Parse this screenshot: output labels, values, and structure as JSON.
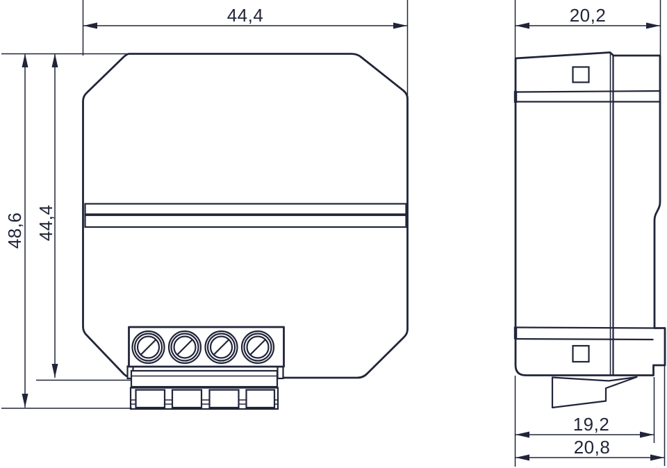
{
  "colors": {
    "line": "#202539",
    "background": "#ffffff"
  },
  "front_view": {
    "width": "44,4",
    "height_total": "48,6",
    "height_body": "44,4"
  },
  "side_view": {
    "depth_top": "20,2",
    "depth_body": "19,2",
    "depth_total": "20,8"
  }
}
